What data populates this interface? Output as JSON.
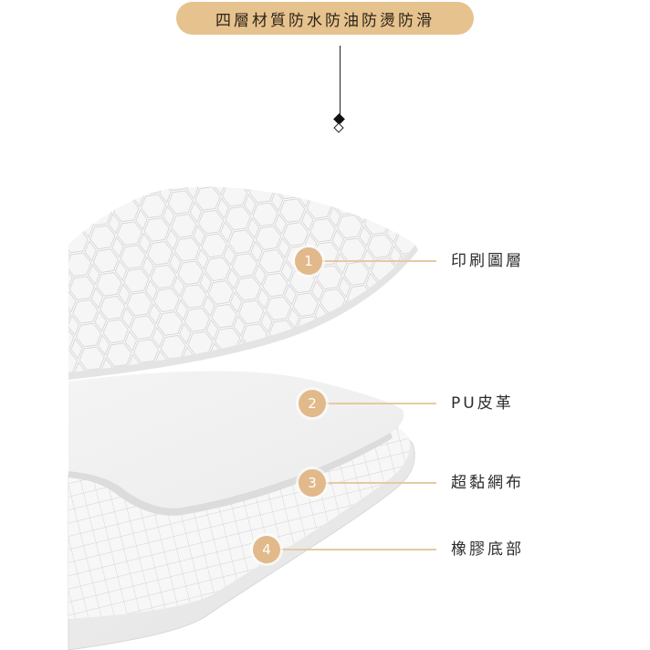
{
  "header": {
    "title": "四層材質防水防油防燙防滑"
  },
  "layers": [
    {
      "number": "1",
      "label": "印刷圖層"
    },
    {
      "number": "2",
      "label": "PU皮革"
    },
    {
      "number": "3",
      "label": "超黏網布"
    },
    {
      "number": "4",
      "label": "橡膠底部"
    }
  ],
  "colors": {
    "accent": "#e6c28e",
    "badge": "#e2b98a",
    "leader": "#e6c9a4",
    "text": "#2b2b2b"
  }
}
